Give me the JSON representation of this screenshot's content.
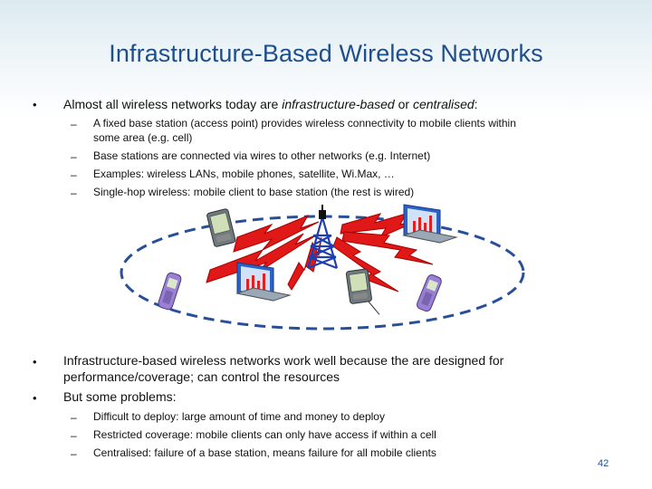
{
  "slide": {
    "title": "Infrastructure-Based Wireless Networks",
    "page_number": "42",
    "bullets_top": [
      {
        "text_plain": "Almost all wireless networks today are ",
        "text_italic1": "infrastructure-based",
        "text_mid": " or ",
        "text_italic2": "centralised",
        "text_end": ":",
        "subitems": [
          "A fixed base station (access point) provides wireless connectivity to mobile clients within",
          "some area (e.g. cell)",
          "Base stations are connected via wires to other networks (e.g. Internet)",
          "Examples: wireless LANs, mobile phones, satellite, Wi.Max, …",
          "Single-hop wireless: mobile client to base station (the rest is wired)"
        ]
      }
    ],
    "bullets_bottom": [
      {
        "line1": "Infrastructure-based wireless networks work well because the are designed for",
        "line2": "performance/coverage; can control the resources"
      },
      {
        "line1": "But some problems:",
        "subitems": [
          "Difficult to deploy: large amount of time and money to deploy",
          "Restricted coverage: mobile clients can only have access if within a cell",
          "Centralised: failure of a base station, means failure for all mobile clients"
        ]
      }
    ],
    "bullet_glyph": "•",
    "dash_glyph": "–"
  },
  "diagram": {
    "devices": [
      "base-station-tower",
      "pda",
      "laptop",
      "mobile-phone"
    ],
    "colors": {
      "lightning": "#e01818",
      "tower": "#1f3fb0",
      "cell_boundary": "#2a4f9a",
      "title": "#1f4e8c"
    }
  }
}
